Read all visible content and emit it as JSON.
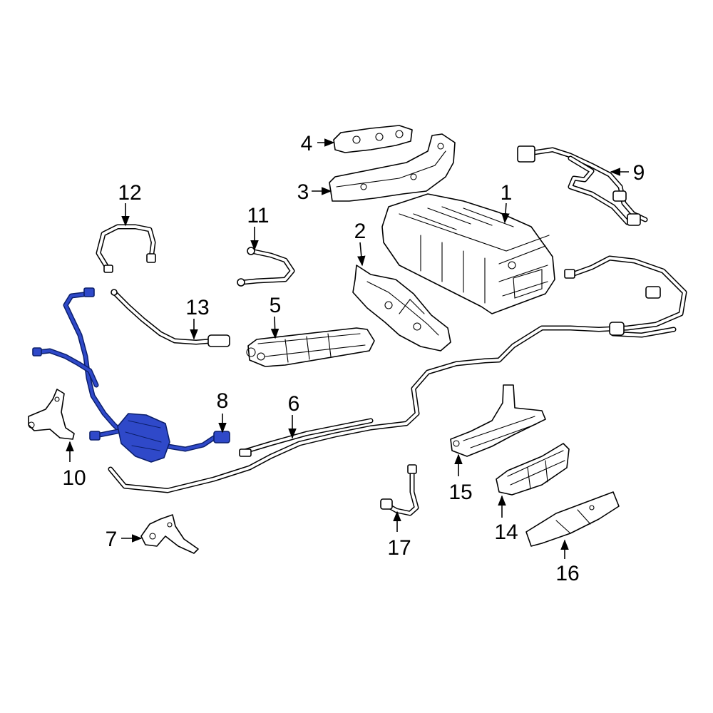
{
  "diagram": {
    "highlight_color": "#2f49c9",
    "highlighted_part": "8",
    "callouts": [
      {
        "id": "c1",
        "label": "1"
      },
      {
        "id": "c2",
        "label": "2"
      },
      {
        "id": "c3",
        "label": "3"
      },
      {
        "id": "c4",
        "label": "4"
      },
      {
        "id": "c5",
        "label": "5"
      },
      {
        "id": "c6",
        "label": "6"
      },
      {
        "id": "c7",
        "label": "7"
      },
      {
        "id": "c8",
        "label": "8"
      },
      {
        "id": "c9",
        "label": "9"
      },
      {
        "id": "c10",
        "label": "10"
      },
      {
        "id": "c11",
        "label": "11"
      },
      {
        "id": "c12",
        "label": "12"
      },
      {
        "id": "c13",
        "label": "13"
      },
      {
        "id": "c14",
        "label": "14"
      },
      {
        "id": "c15",
        "label": "15"
      },
      {
        "id": "c16",
        "label": "16"
      },
      {
        "id": "c17",
        "label": "17"
      }
    ]
  }
}
